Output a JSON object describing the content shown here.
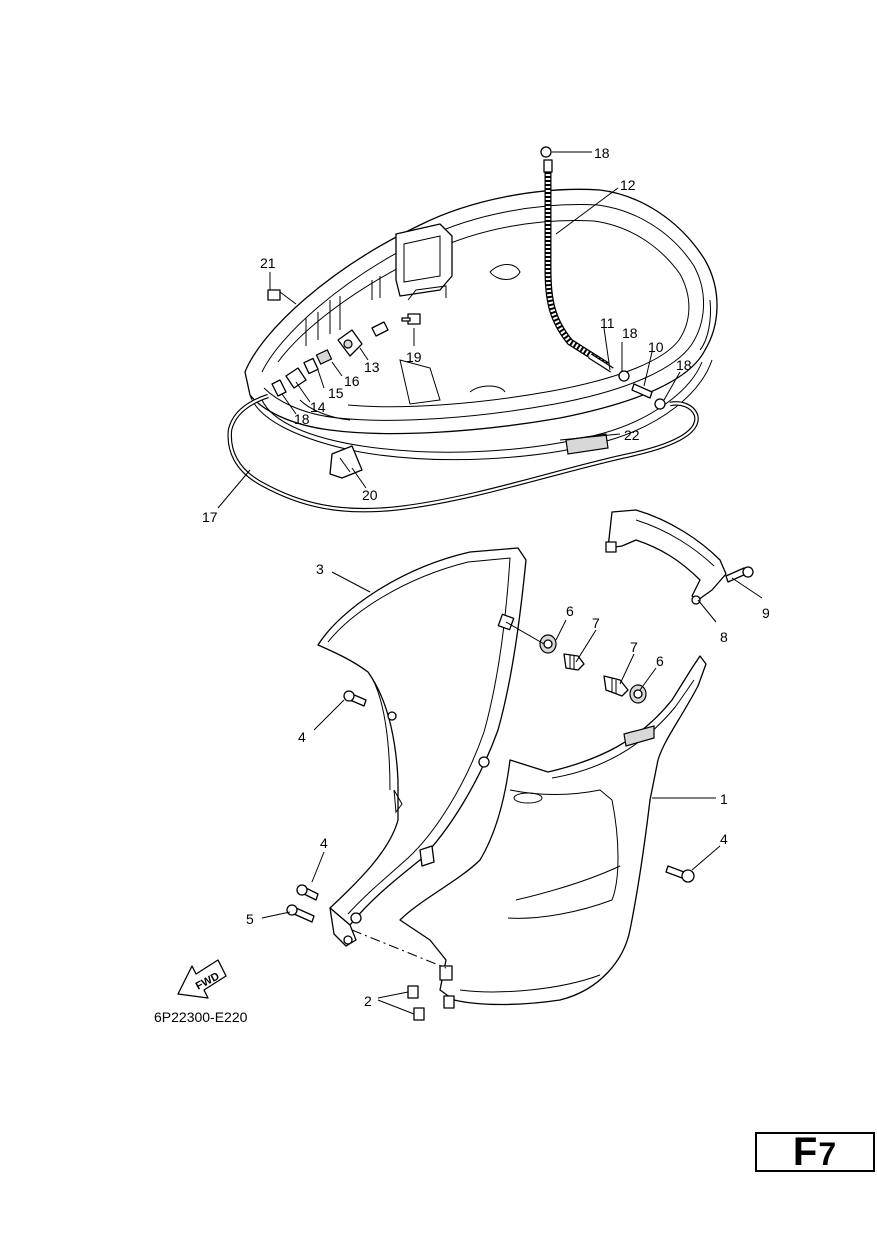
{
  "callouts": {
    "c1": "1",
    "c2": "2",
    "c3": "3",
    "c4a": "4",
    "c4b": "4",
    "c4c": "4",
    "c5": "5",
    "c6a": "6",
    "c6b": "6",
    "c7a": "7",
    "c7b": "7",
    "c8": "8",
    "c9": "9",
    "c10": "10",
    "c11": "11",
    "c12": "12",
    "c13": "13",
    "c14": "14",
    "c15": "15",
    "c16": "16",
    "c17": "17",
    "c18a": "18",
    "c18b": "18",
    "c18c": "18",
    "c18d": "18",
    "c19": "19",
    "c20": "20",
    "c21": "21",
    "c22": "22"
  },
  "fwd_label": "FWD",
  "figure_code": "6P22300-E220",
  "page_label": {
    "letter": "F",
    "number": "7"
  }
}
